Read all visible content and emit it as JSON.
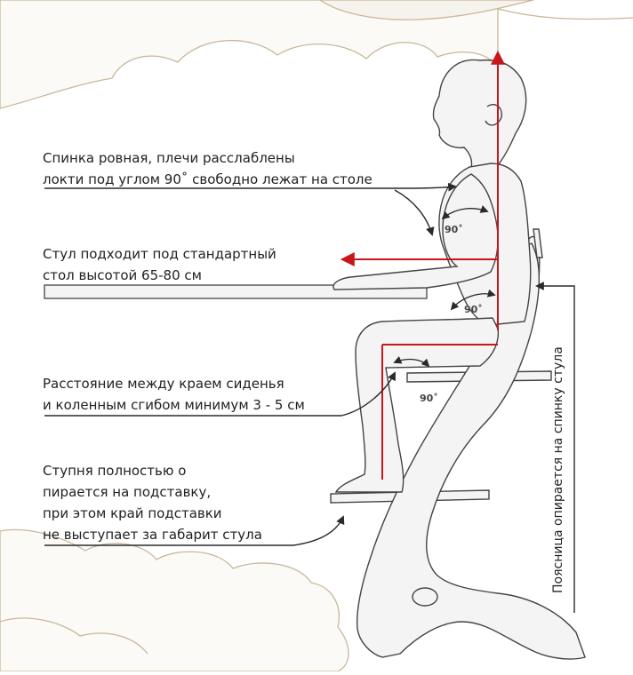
{
  "annotations": {
    "back": [
      "Спинка ровная, плечи расслаблены",
      "локти под углом 90˚ свободно лежат на столе"
    ],
    "table": [
      "Стул подходит под стандартный",
      "стол высотой 65-80 см"
    ],
    "knee": [
      "Расстояние между краем сиденья",
      "и коленным сгибом минимум 3 - 5 см"
    ],
    "foot": [
      "Ступня полностью о",
      "пирается на подставку,",
      "при этом край подставки",
      "не выступает за габарит стула"
    ],
    "backrest_vertical": "Поясница опирается на спинку стула"
  },
  "angles": {
    "elbow": "90˚",
    "hip": "90˚",
    "knee": "90˚"
  },
  "colors": {
    "cloud": "#c9b79a",
    "outline": "#444444",
    "arrow": "#2a2a2a",
    "axis": "#c8161d"
  }
}
